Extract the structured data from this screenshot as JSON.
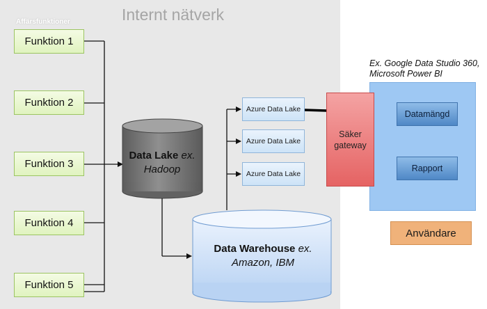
{
  "network": {
    "title": "Internt nätverk",
    "business_label": "Affärsfunktioner"
  },
  "functions": [
    "Funktion 1",
    "Funktion 2",
    "Funktion 3",
    "Funktion 4",
    "Funktion 5"
  ],
  "data_lake": {
    "name": "Data Lake",
    "ex": "ex.",
    "example": "Hadoop"
  },
  "data_warehouse": {
    "name": "Data Warehouse",
    "ex": "ex.",
    "example": "Amazon, IBM"
  },
  "azure_lakes": [
    "Azure Data Lake",
    "Azure Data Lake",
    "Azure Data Lake"
  ],
  "gateway": {
    "line1": "Säker",
    "line2": "gateway"
  },
  "tools": {
    "caption_line1": "Ex. Google Data Studio 360,",
    "caption_line2": "Microsoft Power BI"
  },
  "dataset_label": "Datamängd",
  "report_label": "Rapport",
  "users_label": "Användare",
  "colors": {
    "network_bg": "#e8e8e8",
    "function_fill": "#e0f3bf",
    "azure_fill": "#cde3f7",
    "gateway_fill": "#e56363",
    "tool_area": "#9ec8f3",
    "users_fill": "#f0b27a",
    "data_lake_fill": "#6e6e6e"
  }
}
